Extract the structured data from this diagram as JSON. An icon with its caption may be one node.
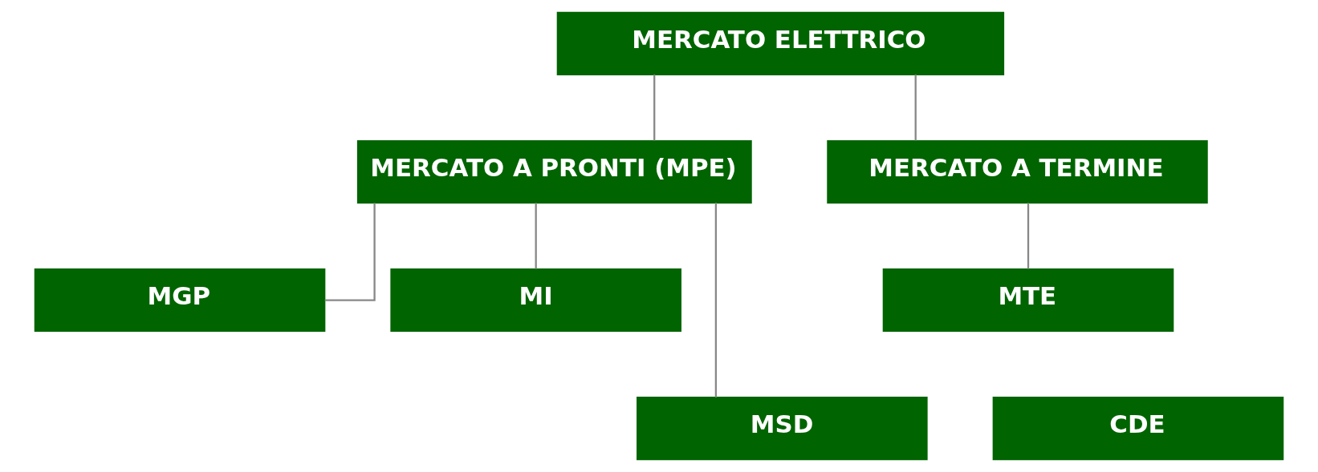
{
  "diagram": {
    "nodes": [
      {
        "text": [
          "MERCATO ELETTRICO"
        ]
      },
      {
        "text": [
          "MERCATO A PRONTI (MPE)"
        ]
      },
      {
        "text": [
          "MERCATO A TERMINE"
        ]
      },
      {
        "text": [
          "MGP"
        ]
      },
      {
        "text": [
          "MI"
        ]
      },
      {
        "text": [
          "MSD"
        ]
      },
      {
        "text": [
          "MTE"
        ]
      },
      {
        "text": [
          "CDE"
        ]
      }
    ],
    "edges": [
      {
        "from": 0,
        "to": 1,
        "arrow": "none"
      },
      {
        "from": 0,
        "to": 2,
        "arrow": "none"
      },
      {
        "from": 1,
        "to": 3,
        "arrow": "none"
      },
      {
        "from": 1,
        "to": 5,
        "arrow": "none"
      },
      {
        "from": 1,
        "to": 4,
        "arrow": "none"
      },
      {
        "from": 2,
        "to": 6,
        "arrow": "none"
      }
    ]
  }
}
